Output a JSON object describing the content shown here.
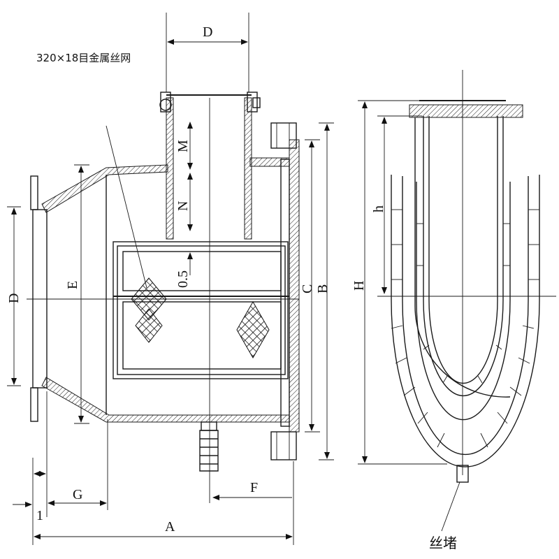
{
  "note": "320×18目金属丝网",
  "plug_label": "丝堵",
  "dims": {
    "D_top": "D",
    "D_left": "D",
    "M": "M",
    "N": "N",
    "offset": "0.5",
    "E": "E",
    "C": "C",
    "B": "B",
    "F": "F",
    "G": "G",
    "one": "1",
    "A": "A",
    "H": "H",
    "h": "h"
  }
}
